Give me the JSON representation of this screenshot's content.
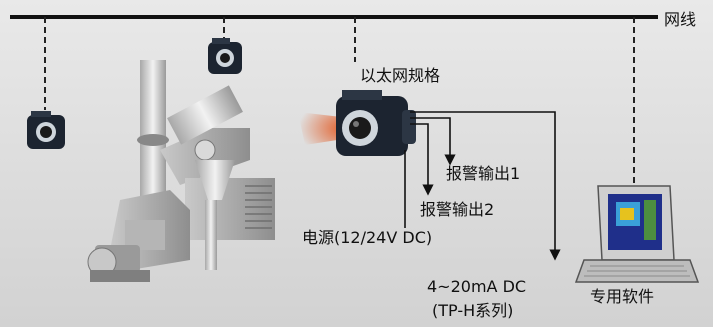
{
  "labels": {
    "network": "网线",
    "ethernet_spec": "以太网规格",
    "alarm_output_1": "报警输出1",
    "alarm_output_2": "报警输出2",
    "power": "电源(12/24V DC)",
    "analog_output_line1": "4~20mA DC",
    "analog_output_line2": "(TP-H系列)",
    "software": "专用软件"
  },
  "colors": {
    "network_line": "#111111",
    "camera_body": "#1c2430",
    "laser_beam": "#e2561e",
    "lens_ring": "#cfd6dc"
  },
  "icons": [
    "camera-icon",
    "laptop-icon",
    "factory-machinery-icon"
  ]
}
